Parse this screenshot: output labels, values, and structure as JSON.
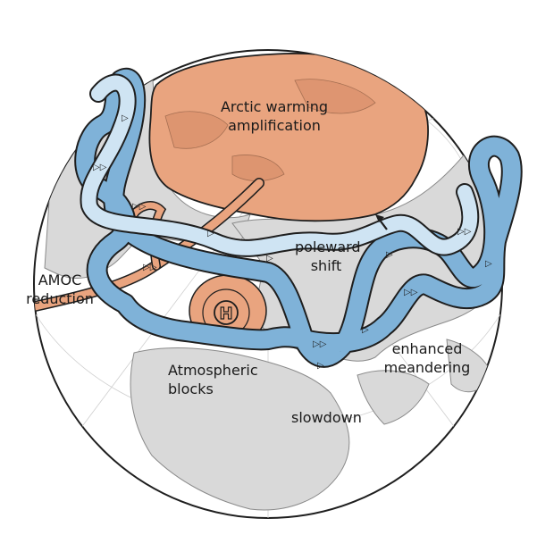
{
  "labels": {
    "arctic_line1": "Arctic warming",
    "arctic_line2": "amplification",
    "poleward_line1": "poleward",
    "poleward_line2": "shift",
    "amoc_line1": "AMOC",
    "amoc_line2": "reduction",
    "blocks_line1": "Atmospheric",
    "blocks_line2": "blocks",
    "meander_line1": "enhanced",
    "meander_line2": "meandering",
    "slowdown": "slowdown"
  },
  "high_pressure_symbol": "H",
  "colors": {
    "ocean": "#ffffff",
    "land": "#d9d9d9",
    "warm_region": "#e9a47f",
    "jet_dark": "#7fb2d8",
    "jet_light": "#cfe4f3",
    "outline": "#1e1e1e"
  }
}
